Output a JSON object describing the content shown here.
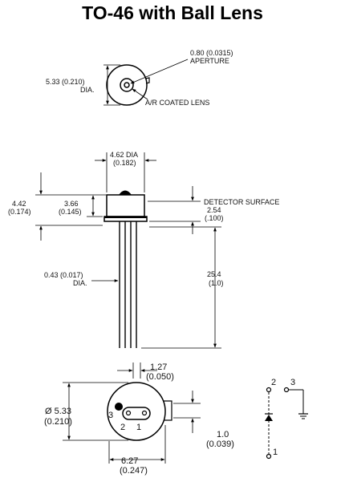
{
  "title": "TO-46 with Ball Lens",
  "top_view": {
    "aperture_dim": "0.80 (0.0315)",
    "aperture_label": "APERTURE",
    "diameter_dim": "5.33 (0.210)",
    "diameter_label": "DIA.",
    "lens_label": "A/R COATED LENS"
  },
  "side_view": {
    "cap_dia": "4.62 DIA",
    "cap_dia_in": "(0.182)",
    "height_total": "4.42",
    "height_total_in": "(0.174)",
    "height_cap": "3.66",
    "height_cap_in": "(0.145)",
    "detector_label": "DETECTOR SURFACE",
    "detector_dim": "2.54",
    "detector_dim_in": "(.100)",
    "lead_dia": "0.43 (0.017)",
    "lead_dia_label": "DIA.",
    "lead_len": "25.4",
    "lead_len_in": "(1.0)"
  },
  "bottom_view": {
    "pin_spacing": "1.27",
    "pin_spacing_in": "(0.050)",
    "diameter": "Ø 5.33",
    "diameter_in": "(0.210)",
    "tab": "1.0",
    "tab_in": "(0.039)",
    "width": "6.27",
    "width_in": "(0.247)",
    "pins": [
      "3",
      "2",
      "1"
    ]
  },
  "schematic": {
    "pins": [
      "2",
      "3",
      "1"
    ]
  }
}
